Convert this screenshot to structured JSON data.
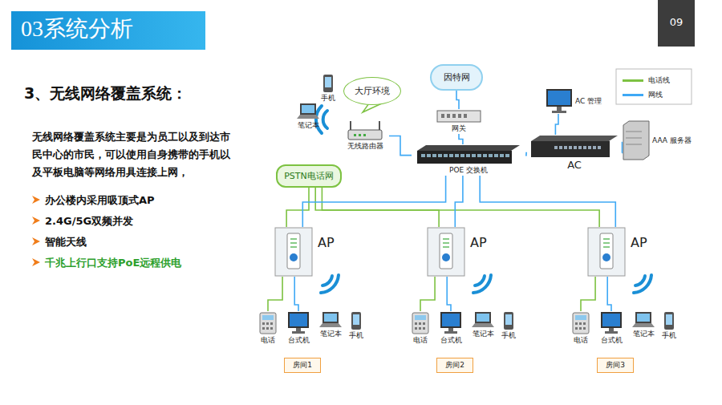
{
  "diagram": {
    "title": "03系统分析",
    "nodes": [
      {
        "text": [
          "因特网"
        ]
      },
      {
        "text": [
          "大厅环境"
        ]
      },
      {
        "text": [
          "手机"
        ]
      },
      {
        "text": [
          "笔记本"
        ]
      },
      {
        "text": [
          "无线路由器"
        ]
      },
      {
        "text": [
          "网关"
        ]
      },
      {
        "text": [
          "POE 交换机"
        ]
      },
      {
        "text": [
          "AC 管理"
        ]
      },
      {
        "text": [
          "AC"
        ]
      },
      {
        "text": [
          "AAA 服务器"
        ]
      },
      {
        "text": [
          "PSTN电话网"
        ]
      },
      {
        "text": [
          "AP"
        ]
      },
      {
        "text": [
          "电话"
        ]
      },
      {
        "text": [
          "台式机"
        ]
      },
      {
        "text": [
          "笔记本"
        ]
      },
      {
        "text": [
          "手机"
        ]
      },
      {
        "text": [
          "房间1"
        ]
      },
      {
        "text": [
          "AP"
        ]
      },
      {
        "text": [
          "电话"
        ]
      },
      {
        "text": [
          "台式机"
        ]
      },
      {
        "text": [
          "笔记本"
        ]
      },
      {
        "text": [
          "手机"
        ]
      },
      {
        "text": [
          "房间2"
        ]
      },
      {
        "text": [
          "AP"
        ]
      },
      {
        "text": [
          "电话"
        ]
      },
      {
        "text": [
          "台式机"
        ]
      },
      {
        "text": [
          "笔记本"
        ]
      },
      {
        "text": [
          "手机"
        ]
      },
      {
        "text": [
          "房间3"
        ]
      }
    ],
    "edges": [
      {
        "from": 5,
        "to": 0,
        "arrow": "none"
      },
      {
        "from": 5,
        "to": 6,
        "arrow": "none"
      },
      {
        "from": 6,
        "to": 4,
        "arrow": "none"
      },
      {
        "from": 6,
        "to": 8,
        "arrow": "none"
      },
      {
        "from": 8,
        "to": 7,
        "arrow": "none"
      },
      {
        "from": 8,
        "to": 9,
        "arrow": "none"
      },
      {
        "from": 10,
        "to": 11,
        "arrow": "none"
      },
      {
        "from": 10,
        "to": 17,
        "arrow": "none"
      },
      {
        "from": 10,
        "to": 23,
        "arrow": "none"
      },
      {
        "from": 6,
        "to": 11,
        "arrow": "none"
      },
      {
        "from": 6,
        "to": 17,
        "arrow": "none"
      },
      {
        "from": 6,
        "to": 23,
        "arrow": "none"
      },
      {
        "from": 11,
        "to": 12,
        "arrow": "none"
      },
      {
        "from": 11,
        "to": 13,
        "arrow": "none"
      },
      {
        "from": 17,
        "to": 18,
        "arrow": "none"
      },
      {
        "from": 17,
        "to": 19,
        "arrow": "none"
      },
      {
        "from": 23,
        "to": 24,
        "arrow": "none"
      },
      {
        "from": 23,
        "to": 25,
        "arrow": "none"
      }
    ],
    "labels": [
      "09",
      "3、无线网络覆盖系统：",
      "无线网络覆盖系统主要是为员工以及到达市民中心的市民，可以使用自身携带的手机以及平板电脑等网络用具连接上网，",
      "办公楼内采用吸顶式AP",
      "2.4G/5G双频并发",
      "智能天线",
      "千兆上行口支持PoE远程供电"
    ],
    "legend": [
      {
        "text": "电话线",
        "color": "#7dc242"
      },
      {
        "text": "网线",
        "color": "#3fa9f5"
      }
    ]
  }
}
